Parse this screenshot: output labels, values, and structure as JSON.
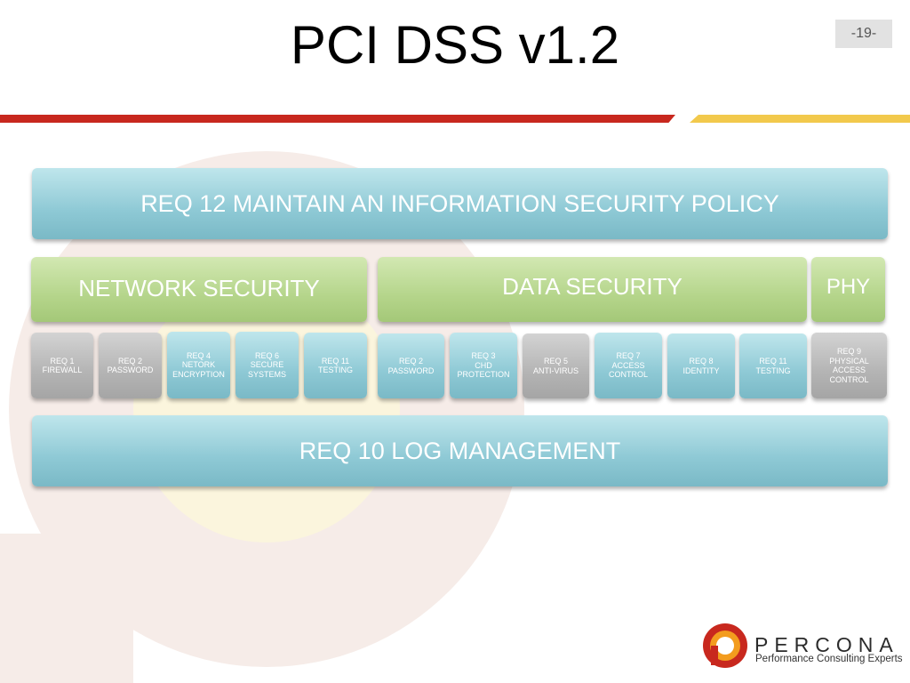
{
  "title": "PCI DSS v1.2",
  "page_number": "-19-",
  "top_band": "REQ 12 MAINTAIN AN INFORMATION SECURITY POLICY",
  "bottom_band": "REQ 10 LOG MANAGEMENT",
  "headers": {
    "network": "NETWORK SECURITY",
    "data": "DATA SECURITY",
    "physical": "PHY"
  },
  "requirements": [
    {
      "l1": "REQ 1",
      "l2": "FIREWALL",
      "l3": "",
      "l4": "",
      "color": "grey"
    },
    {
      "l1": "REQ 2",
      "l2": "PASSWORD",
      "l3": "",
      "l4": "",
      "color": "grey"
    },
    {
      "l1": "REQ 4",
      "l2": "NETORK",
      "l3": "ENCRYPTION",
      "l4": "",
      "color": "teal"
    },
    {
      "l1": "REQ 6",
      "l2": "SECURE",
      "l3": "SYSTEMS",
      "l4": "",
      "color": "teal"
    },
    {
      "l1": "REQ 11",
      "l2": "TESTING",
      "l3": "",
      "l4": "",
      "color": "teal"
    },
    {
      "l1": "REQ 2",
      "l2": "PASSWORD",
      "l3": "",
      "l4": "",
      "color": "teal"
    },
    {
      "l1": "REQ 3",
      "l2": "CHD",
      "l3": "PROTECTION",
      "l4": "",
      "color": "teal"
    },
    {
      "l1": "REQ 5",
      "l2": "ANTI-VIRUS",
      "l3": "",
      "l4": "",
      "color": "grey"
    },
    {
      "l1": "REQ 7",
      "l2": "ACCESS",
      "l3": "CONTROL",
      "l4": "",
      "color": "teal"
    },
    {
      "l1": "REQ 8",
      "l2": "IDENTITY",
      "l3": "",
      "l4": "",
      "color": "teal"
    },
    {
      "l1": "REQ 11",
      "l2": "TESTING",
      "l3": "",
      "l4": "",
      "color": "teal"
    },
    {
      "l1": "REQ 9",
      "l2": "PHYSICAL",
      "l3": "ACCESS",
      "l4": "CONTROL",
      "color": "grey"
    }
  ],
  "logo": {
    "word": "PERCONA",
    "tagline": "Performance Consulting Experts",
    "icon": "percona-p-icon"
  },
  "colors": {
    "red_stripe": "#c8281e",
    "gold_stripe": "#f2c94c",
    "teal": "#8ec9d5",
    "green": "#b5d58b",
    "grey": "#b4b4b4"
  }
}
